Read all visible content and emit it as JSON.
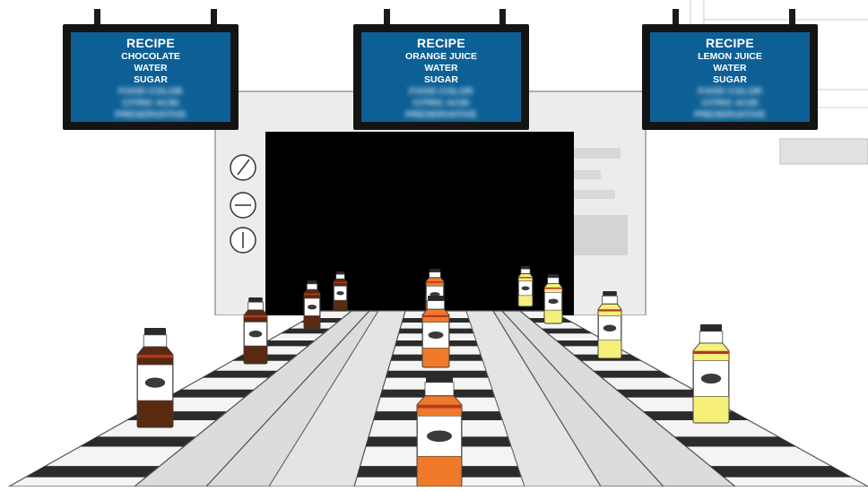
{
  "recipes": [
    {
      "title": "RECIPE",
      "line1": "CHOCOLATE",
      "line2": "WATER",
      "line3": "SUGAR",
      "hidden1": "FOOD COLOR",
      "hidden2": "CITRIC ACID",
      "hidden3": "PRESERVATIVE"
    },
    {
      "title": "RECIPE",
      "line1": "ORANGE JUICE",
      "line2": "WATER",
      "line3": "SUGAR",
      "hidden1": "FOOD COLOR",
      "hidden2": "CITRIC ACID",
      "hidden3": "PRESERVATIVE"
    },
    {
      "title": "RECIPE",
      "line1": "LEMON JUICE",
      "line2": "WATER",
      "line3": "SUGAR",
      "hidden1": "FOOD COLOR",
      "hidden2": "CITRIC ACID",
      "hidden3": "PRESERVATIVE"
    }
  ],
  "colors": {
    "screen": "#0d6096",
    "chocolate": "#5a2a10",
    "orange": "#f07a2a",
    "lemon": "#f6ef7a",
    "belt_stripe": "#2b2b2b",
    "machine": "#ededed"
  }
}
